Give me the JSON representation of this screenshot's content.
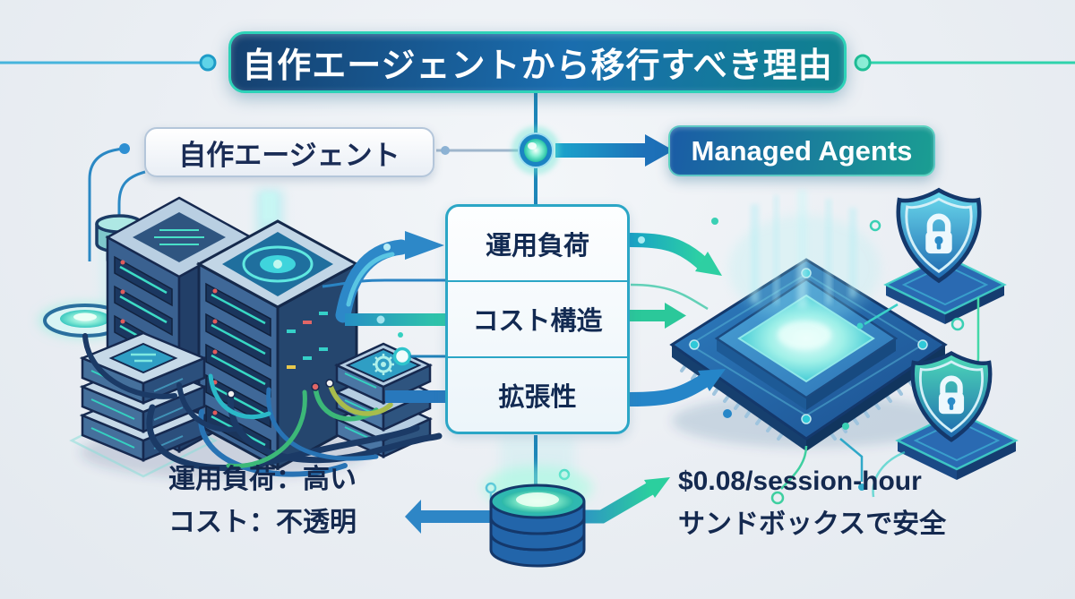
{
  "header": {
    "title": "自作エージェントから移行すべき理由"
  },
  "left": {
    "label": "自作エージェント",
    "notes": [
      "運用負荷：高い",
      "コスト：不透明"
    ]
  },
  "right": {
    "label": "Managed Agents",
    "notes": [
      "$0.08/session-hour",
      "サンドボックスで安全"
    ]
  },
  "comparison": {
    "rows": [
      {
        "label": "運用負荷"
      },
      {
        "label": "コスト構造"
      },
      {
        "label": "拡張性"
      }
    ]
  },
  "colors": {
    "accent_teal": "#2ed2b8",
    "accent_green": "#2bc89a",
    "accent_blue": "#2585c8",
    "navy_text": "#14294f",
    "title_gradient": [
      "#15406f",
      "#1a6dae",
      "#0f828e"
    ],
    "managed_gradient": [
      "#1a5ca6",
      "#1a9e92"
    ],
    "background": "#eaeef3"
  },
  "icons": {
    "server-rack-icon": "isometric blue tower with LED slats",
    "mini-server-stack-icon": "stacked isometric slabs",
    "gear-icon": "cog on mini server",
    "chip-icon": "isometric CPU with glowing die",
    "shield-lock-icon": "shield with padlock",
    "database-icon": "glowing cylinder stack",
    "node-icon": "glowing connector sphere",
    "cable-icon": "tangled patch cables"
  }
}
